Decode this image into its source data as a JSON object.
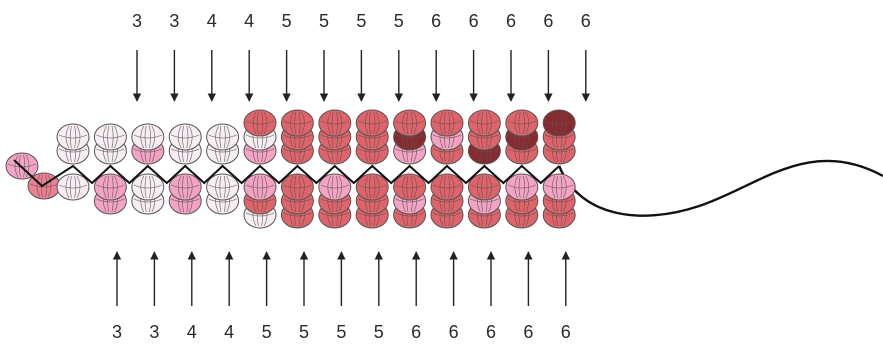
{
  "diagram": {
    "title": "",
    "top_row": {
      "counts": [
        "3",
        "3",
        "4",
        "4",
        "5",
        "5",
        "5",
        "5",
        "6",
        "6",
        "6",
        "6",
        "6"
      ],
      "arrow_direction": "down"
    },
    "bottom_row": {
      "counts": [
        "3",
        "3",
        "4",
        "4",
        "5",
        "5",
        "5",
        "5",
        "6",
        "6",
        "6",
        "6",
        "6"
      ],
      "arrow_direction": "up"
    },
    "colors": {
      "pale": "#f7eef3",
      "light_pink": "#f4a3c4",
      "pink": "#ee7f92",
      "red": "#e0636a",
      "dark_red": "#8a2a2f",
      "thread": "#111111",
      "outline": "#555555"
    },
    "top_stacks": [
      [
        "pale",
        "pale"
      ],
      [
        "pale",
        "pale"
      ],
      [
        "pale",
        "light_pink"
      ],
      [
        "pale",
        "pale"
      ],
      [
        "pale",
        "pale"
      ],
      [
        "red",
        "pale",
        "light_pink"
      ],
      [
        "red",
        "red",
        "red"
      ],
      [
        "red",
        "red",
        "red"
      ],
      [
        "red",
        "red",
        "red"
      ],
      [
        "red",
        "dark_red",
        "light_pink"
      ],
      [
        "red",
        "light_pink",
        "red"
      ],
      [
        "red",
        "red",
        "dark_red"
      ],
      [
        "red",
        "dark_red",
        "red"
      ],
      [
        "dark_red",
        "red",
        "red"
      ]
    ],
    "bottom_stacks": [
      [
        "pale"
      ],
      [
        "light_pink",
        "light_pink"
      ],
      [
        "pale",
        "pale"
      ],
      [
        "light_pink",
        "light_pink"
      ],
      [
        "pale",
        "pale"
      ],
      [
        "light_pink",
        "red",
        "pale"
      ],
      [
        "red",
        "red",
        "red"
      ],
      [
        "light_pink",
        "red",
        "red"
      ],
      [
        "red",
        "red",
        "red"
      ],
      [
        "red",
        "light_pink",
        "red"
      ],
      [
        "red",
        "red",
        "red"
      ],
      [
        "red",
        "light_pink",
        "red"
      ],
      [
        "light_pink",
        "red",
        "red"
      ],
      [
        "light_pink",
        "red",
        "red"
      ]
    ]
  }
}
